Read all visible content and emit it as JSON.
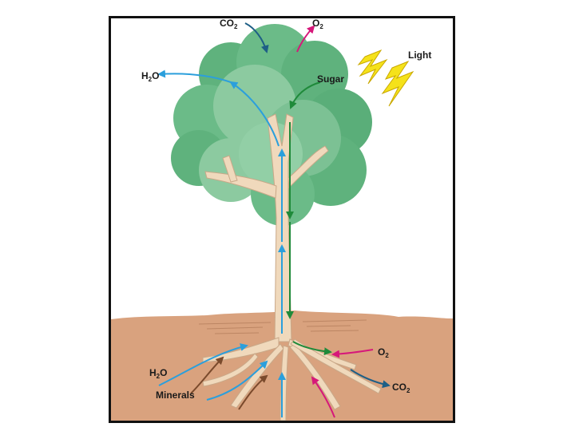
{
  "labels": {
    "co2_top": {
      "main": "CO",
      "sub": "2"
    },
    "o2_top": {
      "main": "O",
      "sub": "2"
    },
    "light": "Light",
    "h2o_top": {
      "main": "H",
      "sub": "2",
      "tail": "O"
    },
    "sugar": "Sugar",
    "h2o_bottom": {
      "main": "H",
      "sub": "2",
      "tail": "O"
    },
    "minerals": "Minerals",
    "o2_bottom": {
      "main": "O",
      "sub": "2"
    },
    "co2_bottom": {
      "main": "CO",
      "sub": "2"
    }
  },
  "colors": {
    "water_arrow": "#2b9fdc",
    "sugar_arrow": "#1f8a3a",
    "oxygen_arrow": "#d6187a",
    "co2_arrow": "#1e5f86",
    "mineral_arrow": "#7a4a2c",
    "soil": "#d9a27e",
    "trunk": "#f0d9bc",
    "foliage_dark": "#5fb27d",
    "foliage_light": "#8ccaa0",
    "light_bolt": "#f5e21a"
  }
}
